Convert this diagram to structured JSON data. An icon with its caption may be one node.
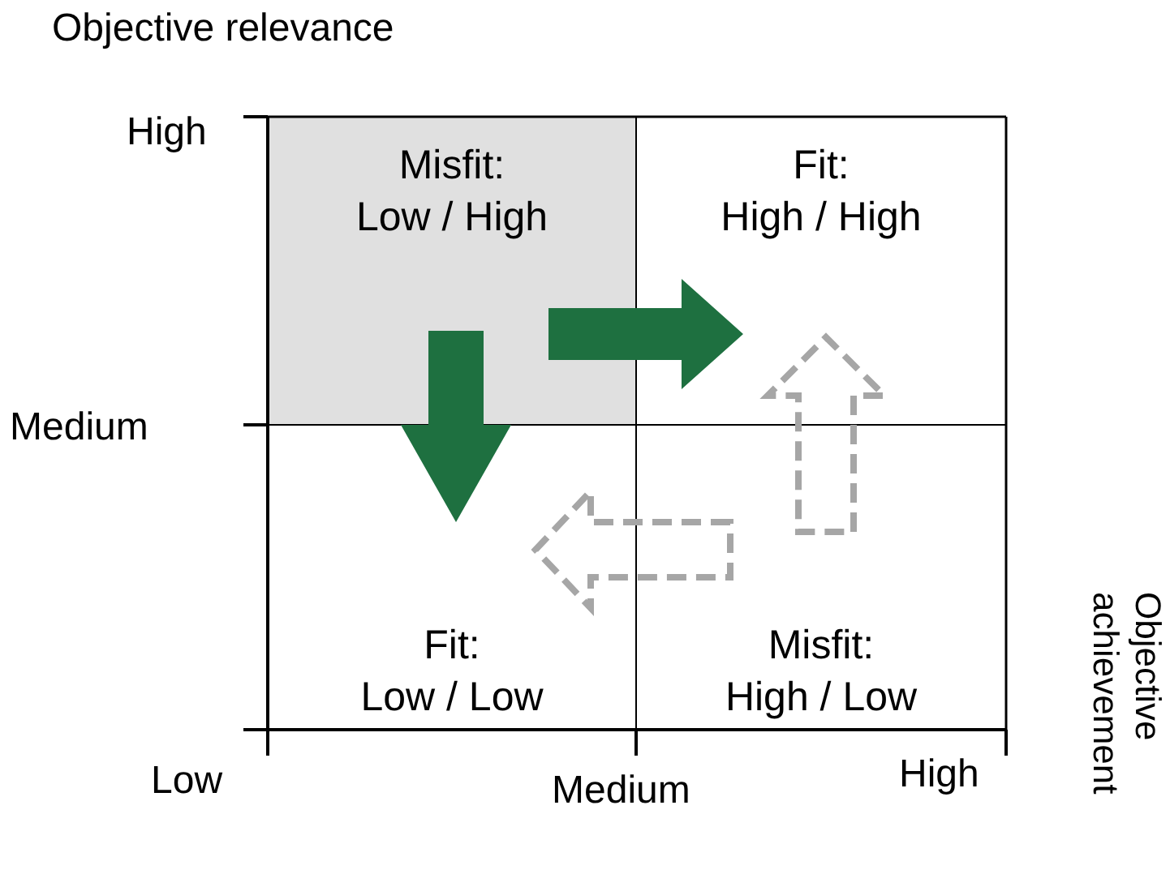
{
  "diagram": {
    "nodes": [
      {
        "text": [
          "Misfit: Low / High"
        ]
      },
      {
        "text": [
          "Fit: High / High"
        ]
      },
      {
        "text": [
          "Fit: Low / Low"
        ]
      },
      {
        "text": [
          "Misfit: High / Low"
        ]
      }
    ],
    "edges": [
      {
        "from": 0,
        "to": 1,
        "arrow": "to",
        "color": "#1e7040"
      },
      {
        "from": 0,
        "to": 2,
        "arrow": "to",
        "color": "#1e7040"
      },
      {
        "from": 3,
        "to": 1,
        "arrow": "to",
        "style": "dashed",
        "color": "#a6a6a6"
      },
      {
        "from": 3,
        "to": 2,
        "arrow": "to",
        "style": "dashed",
        "color": "#a6a6a6"
      }
    ],
    "labels": [
      "Objective relevance",
      "High",
      "Medium",
      "Low",
      "Medium",
      "High",
      "Objective achievement"
    ]
  }
}
